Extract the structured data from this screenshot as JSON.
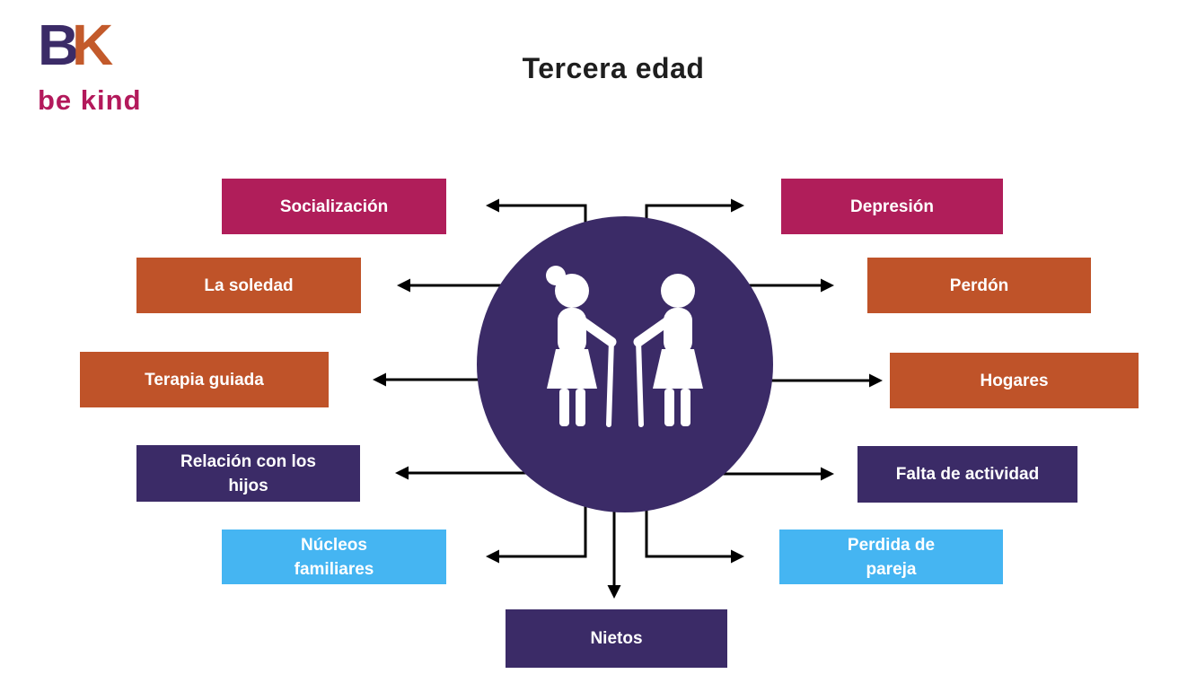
{
  "logo": {
    "b": "B",
    "k": "K",
    "wordmark": "be kind"
  },
  "title": "Tercera edad",
  "colors": {
    "crimson": "#B01E5A",
    "orange": "#BF5329",
    "purple": "#3B2B67",
    "blue": "#45B5F2",
    "circle": "#3B2B67",
    "arrow": "#000000",
    "title_text": "#1E1E1E",
    "logo_b": "#3B2B67",
    "logo_k": "#C35A2B",
    "logo_wordmark": "#B3195B"
  },
  "center": {
    "icon": "elderly-couple-icon"
  },
  "nodes": {
    "left": [
      {
        "label": "Socialización",
        "color": "crimson"
      },
      {
        "label": "La soledad",
        "color": "orange"
      },
      {
        "label": "Terapia guiada",
        "color": "orange"
      },
      {
        "label": "Relación con los\nhijos",
        "color": "purple"
      },
      {
        "label": "Núcleos\nfamiliares",
        "color": "blue"
      }
    ],
    "right": [
      {
        "label": "Depresión",
        "color": "crimson"
      },
      {
        "label": "Perdón",
        "color": "orange"
      },
      {
        "label": "Hogares",
        "color": "orange"
      },
      {
        "label": "Falta de actividad",
        "color": "purple"
      },
      {
        "label": "Perdida de\npareja",
        "color": "blue"
      }
    ],
    "bottom": [
      {
        "label": "Nietos",
        "color": "purple"
      }
    ]
  }
}
